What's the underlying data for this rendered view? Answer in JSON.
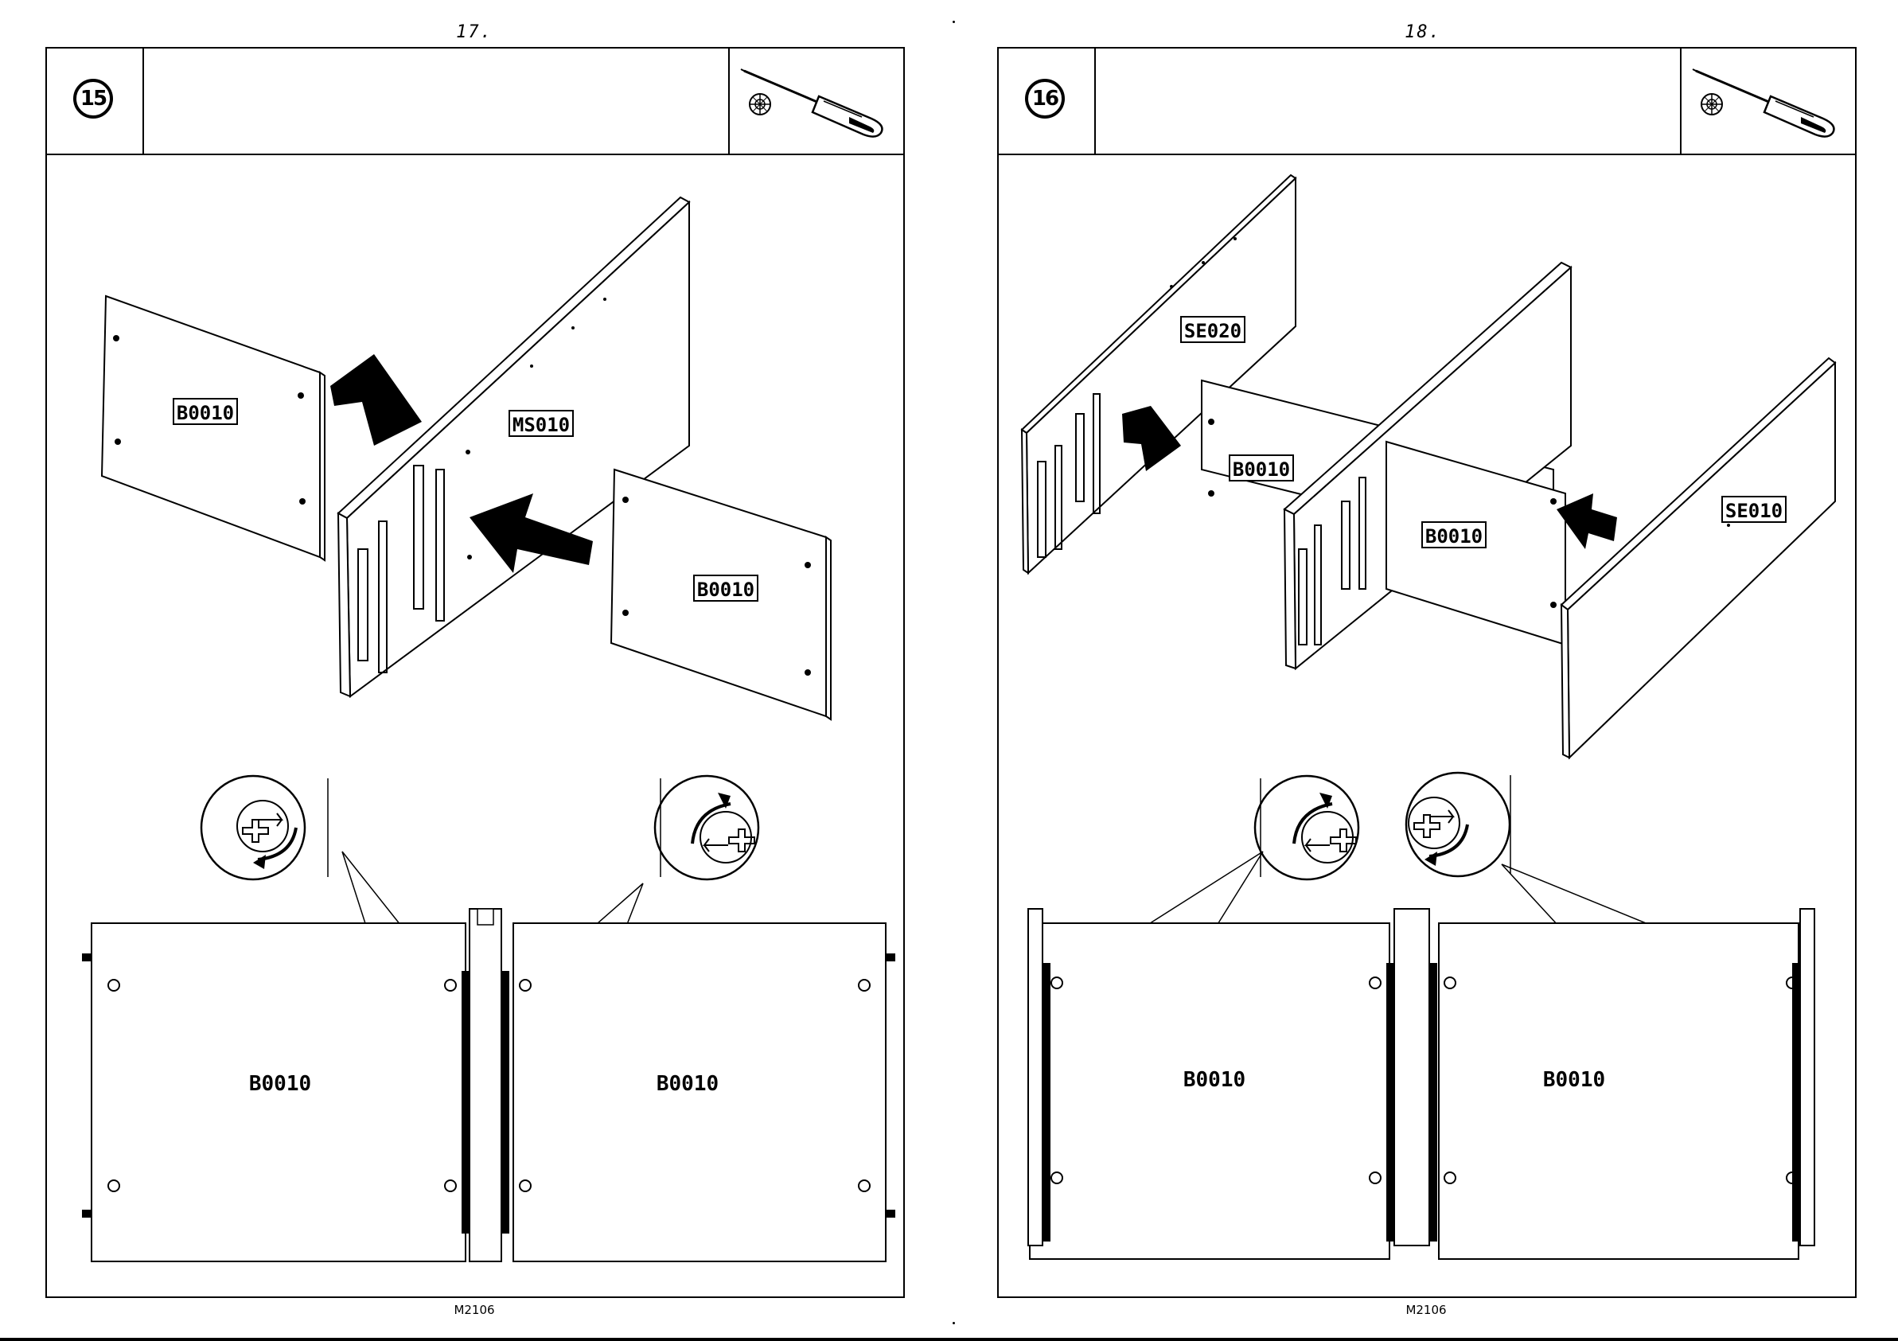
{
  "pages": [
    {
      "page_number": "17.",
      "step_number": "15",
      "tool_icon": "screwdriver-icon",
      "screw_icon": "phillips-screw-icon",
      "footer_code": "M2106",
      "labels": {
        "panel_left": "B0010",
        "middle_panel": "MS010",
        "panel_right": "B0010",
        "bottom_left": "B0010",
        "bottom_right": "B0010"
      }
    },
    {
      "page_number": "18.",
      "step_number": "16",
      "tool_icon": "screwdriver-icon",
      "screw_icon": "phillips-screw-icon",
      "footer_code": "M2106",
      "labels": {
        "back_panel": "SE020",
        "panel_left": "B0010",
        "panel_middle": "B0010",
        "side_panel": "SE010",
        "bottom_left": "B0010",
        "bottom_right": "B0010"
      }
    }
  ]
}
